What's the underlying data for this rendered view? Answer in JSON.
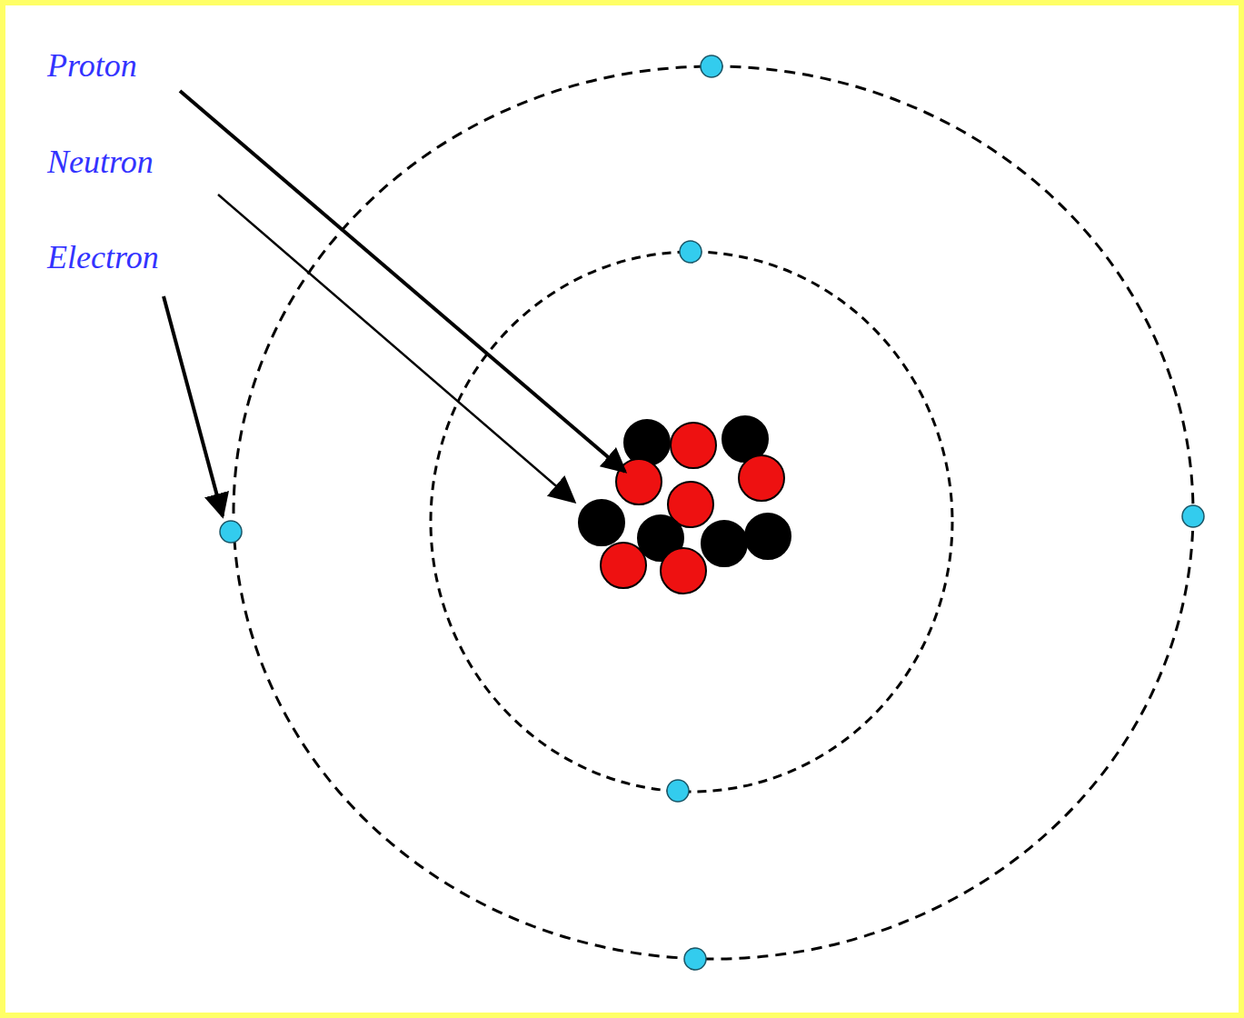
{
  "diagram": {
    "labels": [
      "Proton",
      "Neutron",
      "Electron"
    ]
  }
}
